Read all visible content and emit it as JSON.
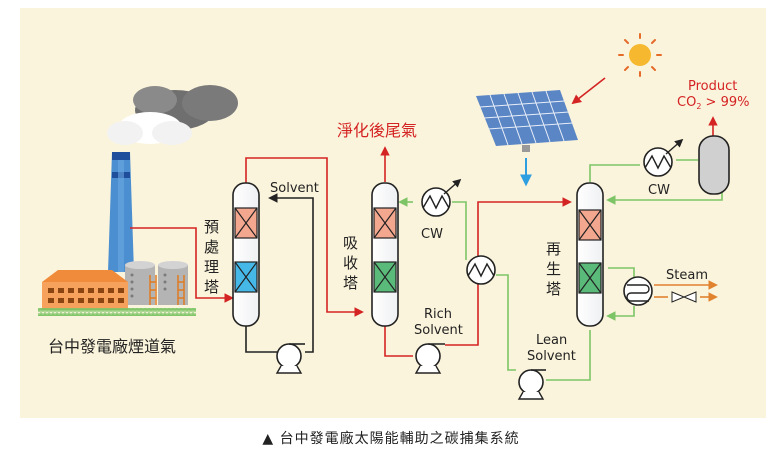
{
  "labels": {
    "flue_gas": "台中發電廠煙道氣",
    "pretreat": [
      "預",
      "處",
      "理",
      "塔"
    ],
    "absorber": [
      "吸",
      "收",
      "塔"
    ],
    "regenerator": [
      "再",
      "生",
      "塔"
    ],
    "tail_gas": "淨化後尾氣",
    "solvent": "Solvent",
    "rich_solvent_1": "Rich",
    "rich_solvent_2": "Solvent",
    "lean_solvent_1": "Lean",
    "lean_solvent_2": "Solvent",
    "cw_absorber": "CW",
    "cw_condenser": "CW",
    "steam": "Steam",
    "product_1": "Product",
    "product_2_prefix": "CO",
    "product_2_sub": "2",
    "product_2_suffix": " > 99%"
  },
  "caption": "▲ 台中發電廠太陽能輔助之碳捕集系統",
  "colors": {
    "background_panel": "#fbf4dc",
    "gas_line": "#d42323",
    "solvent_line_lean": "#7cc465",
    "packing_top": "#f3a78f",
    "packing_pre_bottom": "#46b8e8",
    "packing_green": "#5aba7a",
    "solar_panel": "#5a86c5",
    "sun": "#f5b82e",
    "stack": "#4b8fd0",
    "steam_line": "#e1822f"
  }
}
